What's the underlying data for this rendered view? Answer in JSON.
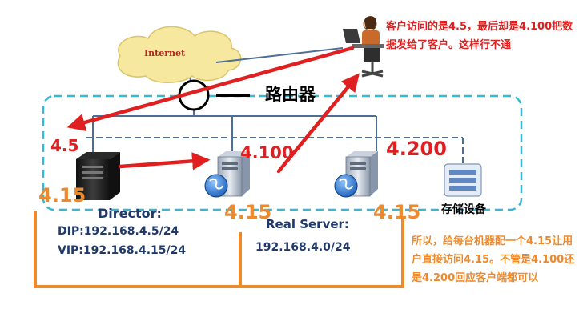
{
  "colors": {
    "arrow_red": "#e02020",
    "line_orange": "#ee8a2e",
    "box_dash": "#38b7d3",
    "cloud": "#f7e8a0",
    "network_line": "#4d6f96",
    "text_navy": "#1f3a6b"
  },
  "network": {
    "internet_label": "Internet",
    "router_label": "路由器",
    "director_ip": "4.5",
    "director_vip": "4.15",
    "rs1_ip": "4.100",
    "rs1_vip": "4.15",
    "rs2_ip": "4.200",
    "rs2_vip": "4.15",
    "storage_label": "存储设备",
    "director_title": "Director:",
    "director_dip": "DIP:192.168.4.5/24",
    "director_vip_line": "VIP:192.168.4.15/24",
    "real_server_title": "Real Server:",
    "real_server_net": "192.168.4.0/24"
  },
  "notes": {
    "problem": "客户访问的是4.5，最后却是4.100把数据发给了客户。这样行不通",
    "solution": "所以，给每台机器配一个4.15让用户直接访问4.15。不管是4.100还是4.200回应客户端都可以"
  },
  "icons": [
    "cloud-icon",
    "user-at-computer-icon",
    "router-icon",
    "server-icon",
    "storage-icon",
    "globe-icon"
  ]
}
